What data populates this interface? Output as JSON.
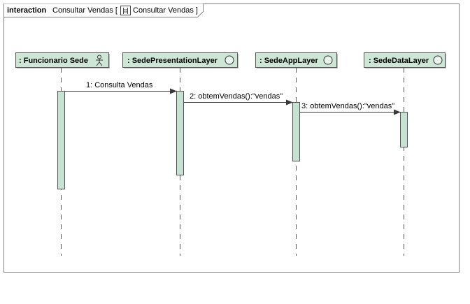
{
  "frame": {
    "keyword": "interaction",
    "name": "Consultar Vendas [",
    "ref_name": "Consultar Vendas ]"
  },
  "lifelines": [
    {
      "label": ": Funcionario Sede",
      "icon": "actor-icon"
    },
    {
      "label": ": SedePresentationLayer",
      "icon": "circle-icon"
    },
    {
      "label": ": SedeAppLayer",
      "icon": "circle-icon"
    },
    {
      "label": ": SedeDataLayer",
      "icon": "circle-icon"
    }
  ],
  "messages": [
    {
      "from": 0,
      "to": 1,
      "label": "1: Consulta Vendas"
    },
    {
      "from": 1,
      "to": 2,
      "label": "2: obtemVendas():\"vendas\""
    },
    {
      "from": 2,
      "to": 3,
      "label": "3: obtemVendas():\"vendas\""
    }
  ],
  "colors": {
    "header_fill": "#cde6d6",
    "activation_fill": "#c6e2d2",
    "stroke": "#4a4a4a"
  }
}
